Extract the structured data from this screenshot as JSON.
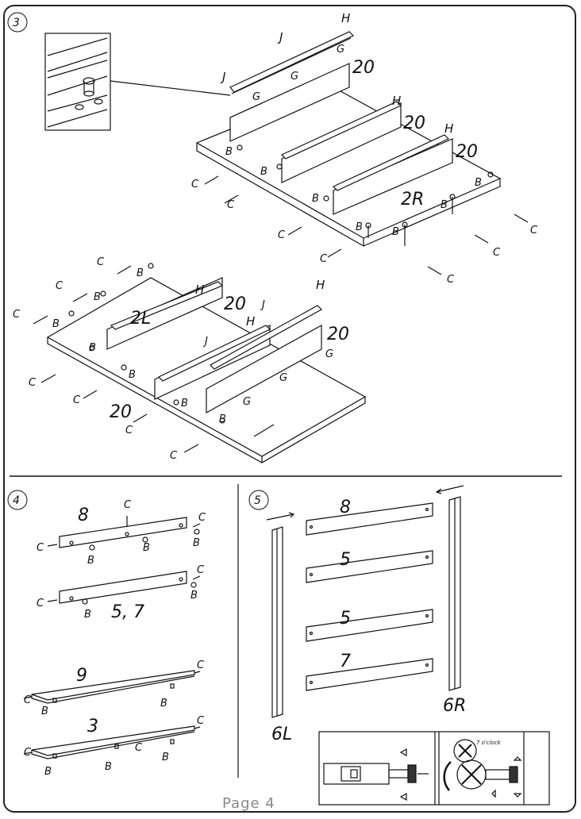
{
  "page": {
    "footer": "Page 4"
  },
  "steps": [
    {
      "number": "3"
    },
    {
      "number": "4"
    },
    {
      "number": "5"
    }
  ],
  "step3": {
    "parts": {
      "H": "H",
      "J": "J",
      "G": "G",
      "B": "B",
      "C": "C",
      "p20": "20",
      "p2R": "2R",
      "p2L": "2L"
    }
  },
  "step4": {
    "panel_8": "8",
    "panel_57": "5,  7",
    "panel_9": "9",
    "panel_3": "3",
    "B": "B",
    "C": "C"
  },
  "step5": {
    "rails": [
      "8",
      "5",
      "5",
      "7"
    ],
    "left_post": "6L",
    "right_post": "6R",
    "cam_note": "7 o'clock"
  }
}
